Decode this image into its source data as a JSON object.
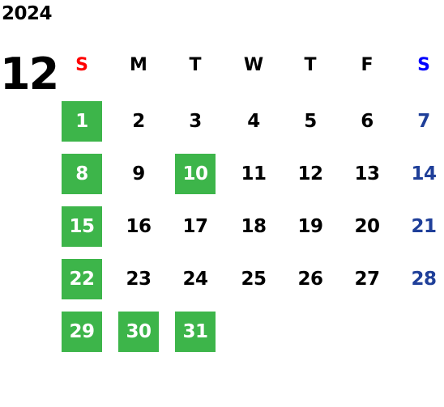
{
  "calendar": {
    "year": "2024",
    "month": "12",
    "weekdays": [
      "S",
      "M",
      "T",
      "W",
      "T",
      "F",
      "S"
    ],
    "days": [
      "1",
      "2",
      "3",
      "4",
      "5",
      "6",
      "7",
      "8",
      "9",
      "10",
      "11",
      "12",
      "13",
      "14",
      "15",
      "16",
      "17",
      "18",
      "19",
      "20",
      "21",
      "22",
      "23",
      "24",
      "25",
      "26",
      "27",
      "28",
      "29",
      "30",
      "31"
    ],
    "highlighted_days": [
      "1",
      "8",
      "10",
      "15",
      "22",
      "29",
      "30",
      "31"
    ]
  },
  "colors": {
    "highlight_background": "#3db54a",
    "highlight_text": "#ffffff",
    "sunday_header": "#ff0000",
    "saturday_header": "#0000ff",
    "saturday_dates": "#1f3f99",
    "default_text": "#000000"
  }
}
